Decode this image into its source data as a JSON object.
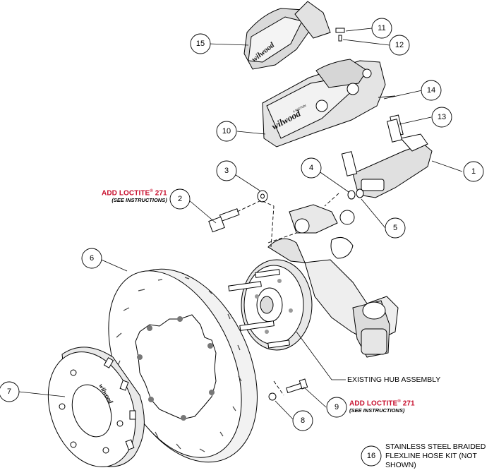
{
  "callouts": [
    {
      "n": "1"
    },
    {
      "n": "2"
    },
    {
      "n": "3"
    },
    {
      "n": "4"
    },
    {
      "n": "5"
    },
    {
      "n": "6"
    },
    {
      "n": "7"
    },
    {
      "n": "8"
    },
    {
      "n": "9"
    },
    {
      "n": "10"
    },
    {
      "n": "11"
    },
    {
      "n": "12"
    },
    {
      "n": "13"
    },
    {
      "n": "14"
    },
    {
      "n": "15"
    },
    {
      "n": "16"
    }
  ],
  "labels": {
    "loctite_top": "ADD LOCTITE",
    "loctite_top_mark": "®",
    "loctite_top_num": " 271",
    "loctite_top_note": "(SEE INSTRUCTIONS)",
    "loctite_bottom": "ADD LOCTITE",
    "loctite_bottom_mark": "®",
    "loctite_bottom_num": " 271",
    "loctite_bottom_note": "(SEE INSTRUCTIONS)",
    "existing_hub": "EXISTING HUB ASSEMBLY",
    "hose_kit": "STAINLESS STEEL BRAIDED FLEXLINE HOSE KIT (NOT SHOWN)"
  },
  "logos": {
    "pads": "wilwood",
    "caliper": "wilwood",
    "caliper_piston": "4 PISTON",
    "hat": "wilwood"
  },
  "colors": {
    "line": "#000000",
    "loctite_red": "#c8102e",
    "part_fill": "#ffffff",
    "shade": "#e6e6e6",
    "dark": "#555555"
  }
}
